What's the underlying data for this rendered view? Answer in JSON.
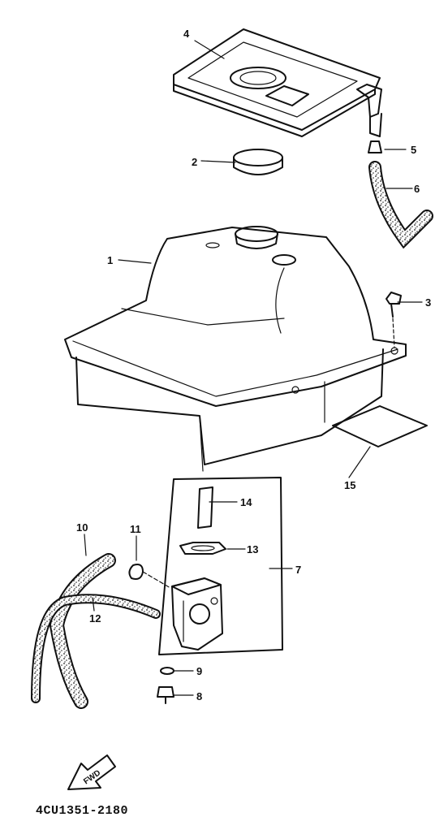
{
  "drawing_code": "4CU1351-2180",
  "fwd_label": "FWD",
  "callouts": {
    "c1": "1",
    "c2": "2",
    "c3": "3",
    "c4": "4",
    "c5": "5",
    "c6": "6",
    "c7": "7",
    "c8": "8",
    "c9": "9",
    "c10": "10",
    "c11": "11",
    "c12": "12",
    "c13": "13",
    "c14": "14",
    "c15": "15"
  }
}
